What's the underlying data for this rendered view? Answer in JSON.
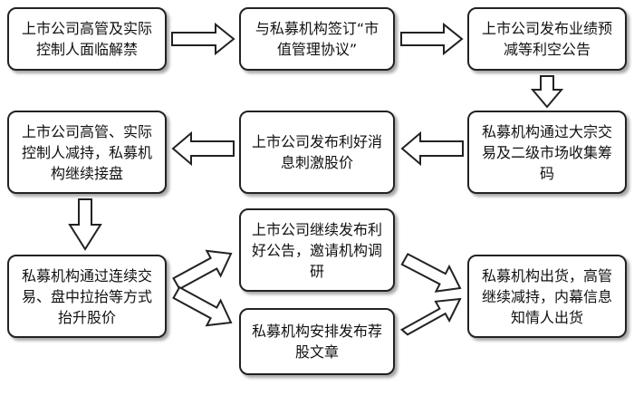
{
  "diagram": {
    "nodes": [
      {
        "id": "n1",
        "text": "上市公司高管及实际控制人面临解禁"
      },
      {
        "id": "n2",
        "text": "与私募机构签订“市值管理协议”"
      },
      {
        "id": "n3",
        "text": "上市公司发布业绩预减等利空公告"
      },
      {
        "id": "n4",
        "text": "私募机构通过大宗交易及二级市场收集筹码"
      },
      {
        "id": "n5",
        "text": "上市公司发布利好消息刺激股价"
      },
      {
        "id": "n6",
        "text": "上市公司高管、实际控制人减持，私募机构继续接盘"
      },
      {
        "id": "n7",
        "text": "私募机构通过连续交易、盘中拉抬等方式抬升股价"
      },
      {
        "id": "n8",
        "text": "上市公司继续发布利好公告，邀请机构调研"
      },
      {
        "id": "n9",
        "text": "私募机构安排发布荐股文章"
      },
      {
        "id": "n10",
        "text": "私募机构出货，高管继续减持，内幕信息知情人出货"
      }
    ],
    "edges": [
      {
        "from": "n1",
        "to": "n2"
      },
      {
        "from": "n2",
        "to": "n3"
      },
      {
        "from": "n3",
        "to": "n4"
      },
      {
        "from": "n4",
        "to": "n5"
      },
      {
        "from": "n5",
        "to": "n6"
      },
      {
        "from": "n6",
        "to": "n7"
      },
      {
        "from": "n7",
        "to": "n8"
      },
      {
        "from": "n7",
        "to": "n9"
      },
      {
        "from": "n8",
        "to": "n10"
      },
      {
        "from": "n9",
        "to": "n10"
      }
    ]
  }
}
